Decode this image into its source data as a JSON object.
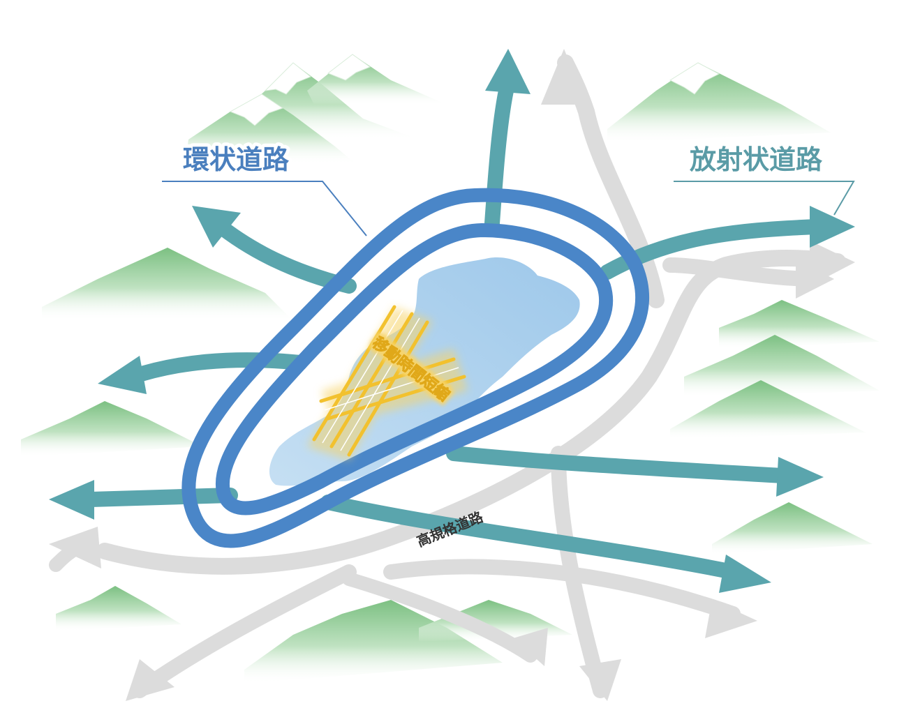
{
  "labels": {
    "ring_road": "環状道路",
    "radial_road": "放射状道路",
    "expressway": "高規格道路",
    "time_reduction": "移動時間短縮"
  },
  "colors": {
    "ring": "#4a86c8",
    "radial": "#5aa5ad",
    "expressway": "#dcdcdc",
    "lake": "#b6d6ee",
    "mountain": "#8fcb95",
    "snow": "#ffffff",
    "highlight": "#f2c12e",
    "label_ring": "#4a7fbe",
    "label_radial": "#5a9ba6"
  },
  "icons": {
    "mountain": "mountain-icon",
    "lake": "lake-icon",
    "arrow": "arrow-icon"
  }
}
